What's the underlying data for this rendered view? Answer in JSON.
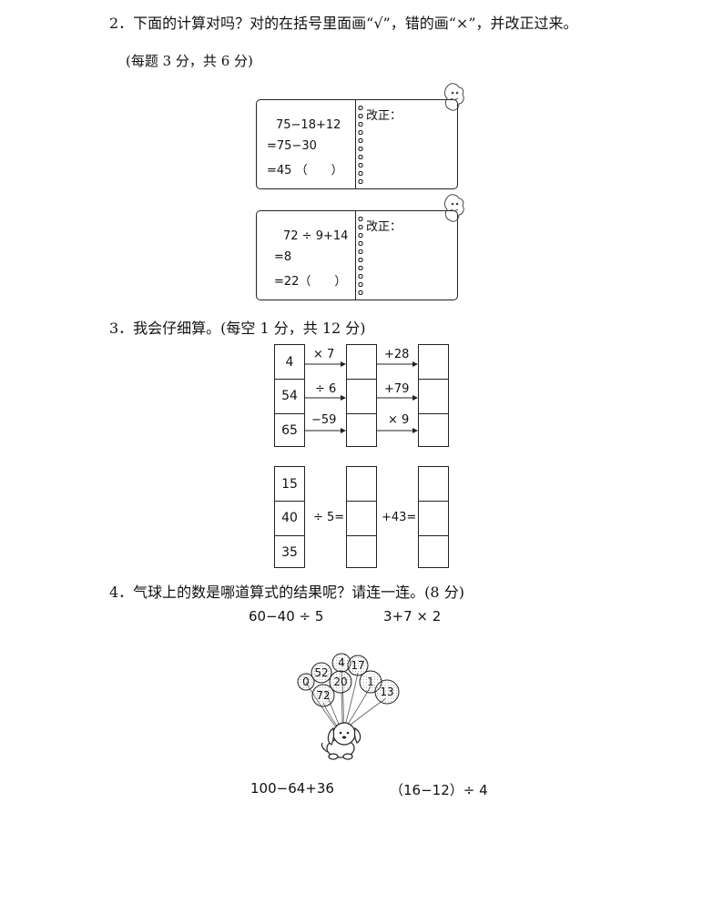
{
  "q2": {
    "title": "2．下面的计算对吗？对的在括号里面画“√”，错的画“×”，并改正过来。",
    "note": "(每题 3 分，共 6 分)",
    "cards": [
      {
        "lines": [
          "75−18+12",
          "=75−30",
          "=45 （　　）"
        ],
        "fix_label": "改正："
      },
      {
        "lines": [
          "72 ÷ 9+14",
          "=8",
          "=22（　　）"
        ],
        "fix_label": "改正："
      }
    ]
  },
  "q3": {
    "title": "3．我会仔细算。(每空 1 分，共 12 分)",
    "grid1": {
      "inputs": [
        "4",
        "54",
        "65"
      ],
      "ops1": [
        "× 7",
        "÷ 6",
        "−59"
      ],
      "ops2": [
        "+28",
        "+79",
        "× 9"
      ]
    },
    "grid2": {
      "inputs": [
        "15",
        "40",
        "35"
      ],
      "op1": "÷ 5=",
      "op2": "+43="
    }
  },
  "q4": {
    "title": "4．气球上的数是哪道算式的结果呢？请连一连。(8 分)",
    "top_exprs": [
      "60−40 ÷ 5",
      "3+7 × 2"
    ],
    "balloons": [
      "0",
      "52",
      "4",
      "17",
      "20",
      "1",
      "72",
      "13"
    ],
    "bottom_exprs": [
      "100−64+36",
      "（16−12）÷ 4"
    ]
  }
}
